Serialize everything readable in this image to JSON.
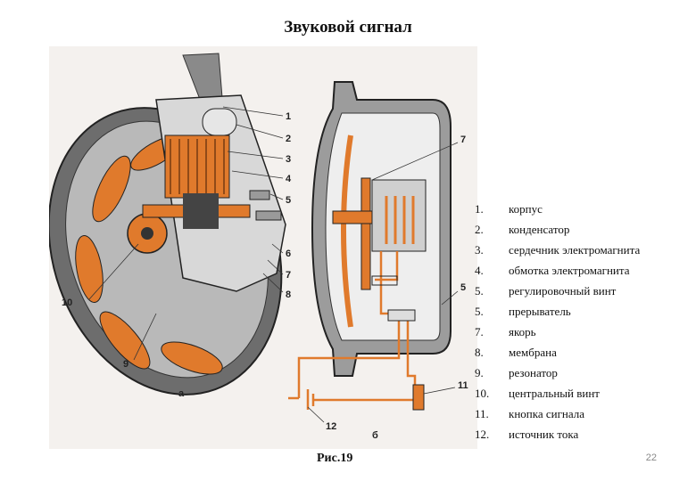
{
  "title": "Звуковой сигнал",
  "caption": "Рис.19",
  "page_number": "22",
  "figure": {
    "sub_labels": [
      "а",
      "б"
    ],
    "callouts_left": [
      "1",
      "2",
      "3",
      "4",
      "5",
      "6",
      "7",
      "8",
      "9",
      "10"
    ],
    "callouts_right": [
      "7",
      "5",
      "11",
      "12"
    ]
  },
  "legend": [
    {
      "num": "1.",
      "text": "корпус"
    },
    {
      "num": "2.",
      "text": "конденсатор"
    },
    {
      "num": "3.",
      "text": "сердечник электромагнита"
    },
    {
      "num": "4.",
      "text": "обмотка электромагнита"
    },
    {
      "num": "5.",
      "text": "регулировочный винт"
    },
    {
      "num": "5.",
      "text": "прерыватель"
    },
    {
      "num": "7.",
      "text": "якорь"
    },
    {
      "num": "8.",
      "text": "мембрана"
    },
    {
      "num": "9.",
      "text": "резонатор"
    },
    {
      "num": "10.",
      "text": "центральный винт"
    },
    {
      "num": "11.",
      "text": "кнопка сигнала"
    },
    {
      "num": "12.",
      "text": "источник тока"
    }
  ],
  "colors": {
    "accent": "#e07a2c",
    "metal_dark": "#555555",
    "metal_light": "#c9c9c9"
  }
}
